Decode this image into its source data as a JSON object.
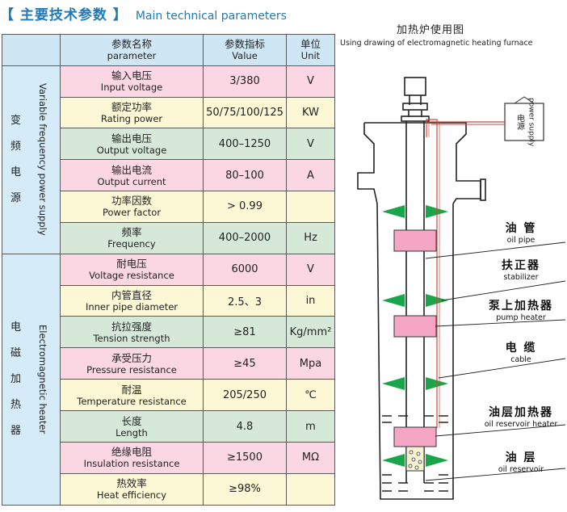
{
  "heading": {
    "zh": "【 主要技术参数 】",
    "en": "Main technical parameters"
  },
  "table": {
    "header": {
      "param_zh": "参数名称",
      "param_en": "parameter",
      "value_zh": "参数指标",
      "value_en": "Value",
      "unit_zh": "单位",
      "unit_en": "Unit"
    },
    "group1": {
      "zh": [
        "变",
        "频",
        "电",
        "源"
      ],
      "en": "Variable frequency power supply"
    },
    "group2": {
      "zh": [
        "电",
        "磁",
        "加",
        "热",
        "器"
      ],
      "en": "Electromagnetic heater"
    },
    "rows": [
      {
        "zh": "输入电压",
        "en": "Input voltage",
        "value": "3/380",
        "unit": "V"
      },
      {
        "zh": "额定功率",
        "en": "Rating power",
        "value": "50/75/100/125",
        "unit": "KW"
      },
      {
        "zh": "输出电压",
        "en": "Output voltage",
        "value": "400–1250",
        "unit": "V"
      },
      {
        "zh": "输出电流",
        "en": "Output current",
        "value": "80–100",
        "unit": "A"
      },
      {
        "zh": "功率因数",
        "en": "Power factor",
        "value": "> 0.99",
        "unit": ""
      },
      {
        "zh": "频率",
        "en": "Frequency",
        "value": "400–2000",
        "unit": "Hz"
      },
      {
        "zh": "耐电压",
        "en": "Voltage resistance",
        "value": "6000",
        "unit": "V"
      },
      {
        "zh": "内管直径",
        "en": "Inner pipe diameter",
        "value": "2.5、3",
        "unit": "in"
      },
      {
        "zh": "抗拉强度",
        "en": "Tension strength",
        "value": "≥81",
        "unit": "Kg/mm²"
      },
      {
        "zh": "承受压力",
        "en": "Pressure resistance",
        "value": "≥45",
        "unit": "Mpa"
      },
      {
        "zh": "耐温",
        "en": "Temperature resistance",
        "value": "205/250",
        "unit": "℃"
      },
      {
        "zh": "长度",
        "en": "Length",
        "value": "4.8",
        "unit": "m"
      },
      {
        "zh": "绝缘电阻",
        "en": "Insulation resistance",
        "value": "≥1500",
        "unit": "MΩ"
      },
      {
        "zh": "热效率",
        "en": "Heat efficiency",
        "value": "≥98%",
        "unit": ""
      }
    ]
  },
  "diagram": {
    "title": "加热炉使用图",
    "subtitle": "Using drawing of electromagnetic heating furnace",
    "power_supply": {
      "zh": "电源",
      "en": "power supply"
    },
    "labels": {
      "oil_pipe": {
        "zh": "油 管",
        "en": "oil pipe"
      },
      "stabilizer": {
        "zh": "扶正器",
        "en": "stabilizer"
      },
      "pump_heater": {
        "zh": "泵上加热器",
        "en": "pump heater"
      },
      "cable": {
        "zh": "电 缆",
        "en": "cable"
      },
      "oil_reservoir_heater": {
        "zh": "油层加热器",
        "en": "oil reservoir heater"
      },
      "oil_reservoir": {
        "zh": "油 层",
        "en": "oil reservoir"
      }
    }
  }
}
